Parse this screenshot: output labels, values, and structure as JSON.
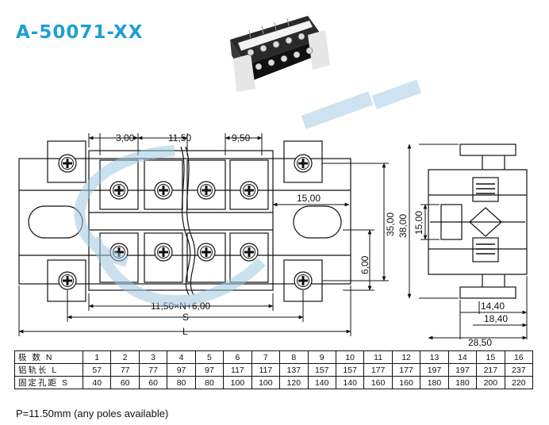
{
  "title": "A-50071-XX",
  "colors": {
    "title": "#1e9fd6",
    "watermark": "#9fc8e0"
  },
  "dimensions": {
    "top_pitch_a": "3,00",
    "top_pitch_b": "11,50",
    "top_pitch_c": "9,50",
    "inner_width": "15,00",
    "height_35": "35,00",
    "height_6": "6,00",
    "formula": "11,50×N+6,00",
    "s_label": "S",
    "l_label": "L",
    "side_38": "38,00",
    "side_15": "15,00",
    "side_14": "14,40",
    "side_18": "18,40",
    "side_28": "28,50"
  },
  "table": {
    "rows": [
      {
        "label": "极 数 N",
        "values": [
          "1",
          "2",
          "3",
          "4",
          "5",
          "6",
          "7",
          "8",
          "9",
          "10",
          "11",
          "12",
          "13",
          "14",
          "15",
          "16"
        ]
      },
      {
        "label": "铝轨长 L",
        "values": [
          "57",
          "77",
          "77",
          "97",
          "97",
          "117",
          "117",
          "137",
          "157",
          "157",
          "177",
          "177",
          "197",
          "197",
          "217",
          "237"
        ]
      },
      {
        "label": "固定孔距 S",
        "values": [
          "40",
          "60",
          "60",
          "80",
          "80",
          "100",
          "100",
          "120",
          "140",
          "140",
          "160",
          "160",
          "180",
          "180",
          "200",
          "220"
        ]
      }
    ]
  },
  "note": "P=11.50mm (any poles available)"
}
